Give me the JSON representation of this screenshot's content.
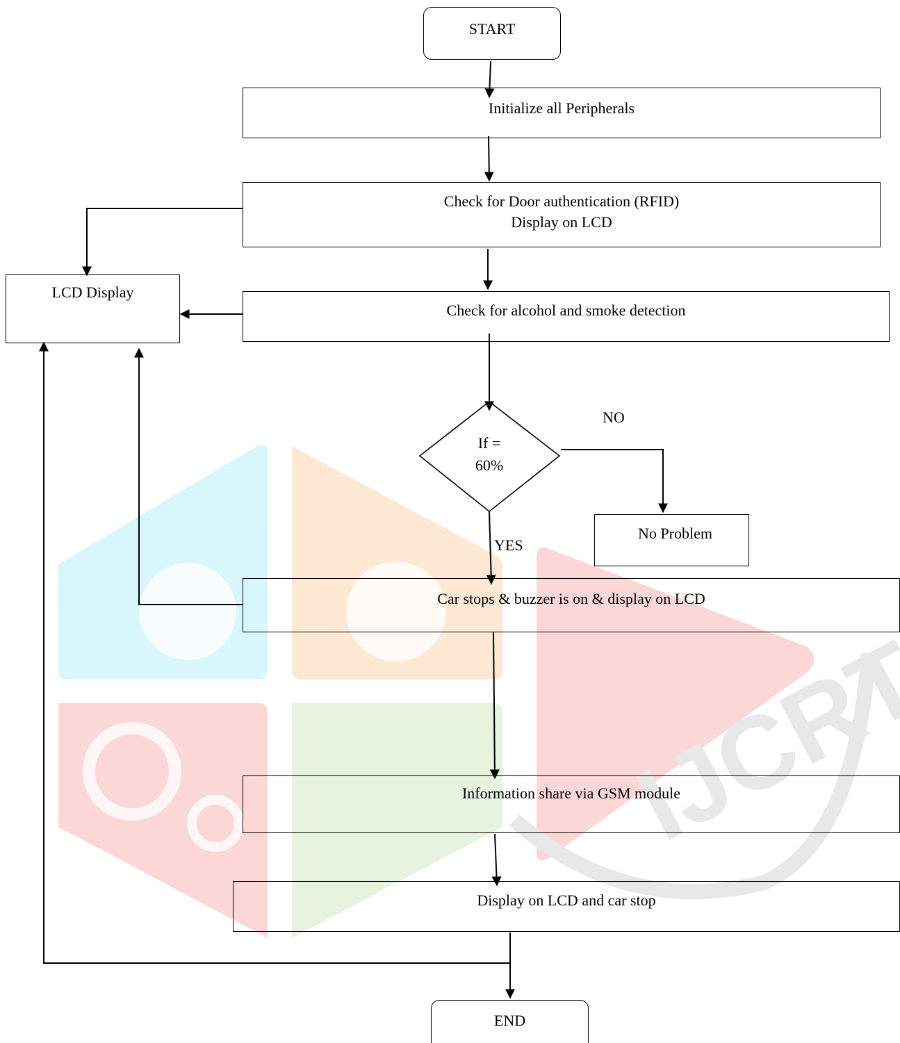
{
  "flowchart": {
    "start": "START",
    "init": "Initialize all Peripherals",
    "door_check": {
      "line1": "Check for Door authentication (RFID)",
      "line2": "Display on LCD"
    },
    "lcd_display": "LCD Display",
    "alcohol_check": "Check for alcohol and smoke detection",
    "decision": {
      "line1": "If =",
      "line2": "60%"
    },
    "no_label": "NO",
    "yes_label": "YES",
    "no_problem": "No Problem",
    "car_stops": "Car stops & buzzer is on & display on LCD",
    "gsm": "Information share via GSM module",
    "display_stop": "Display on LCD and car stop",
    "end": "END"
  },
  "watermark": {
    "text": "IJCRT",
    "colors": {
      "cyan": "#d4f6fb",
      "orange": "#fde6cf",
      "red": "#fbd3d3",
      "green": "#e4f2dc",
      "gray": "#e6e6e6"
    }
  }
}
